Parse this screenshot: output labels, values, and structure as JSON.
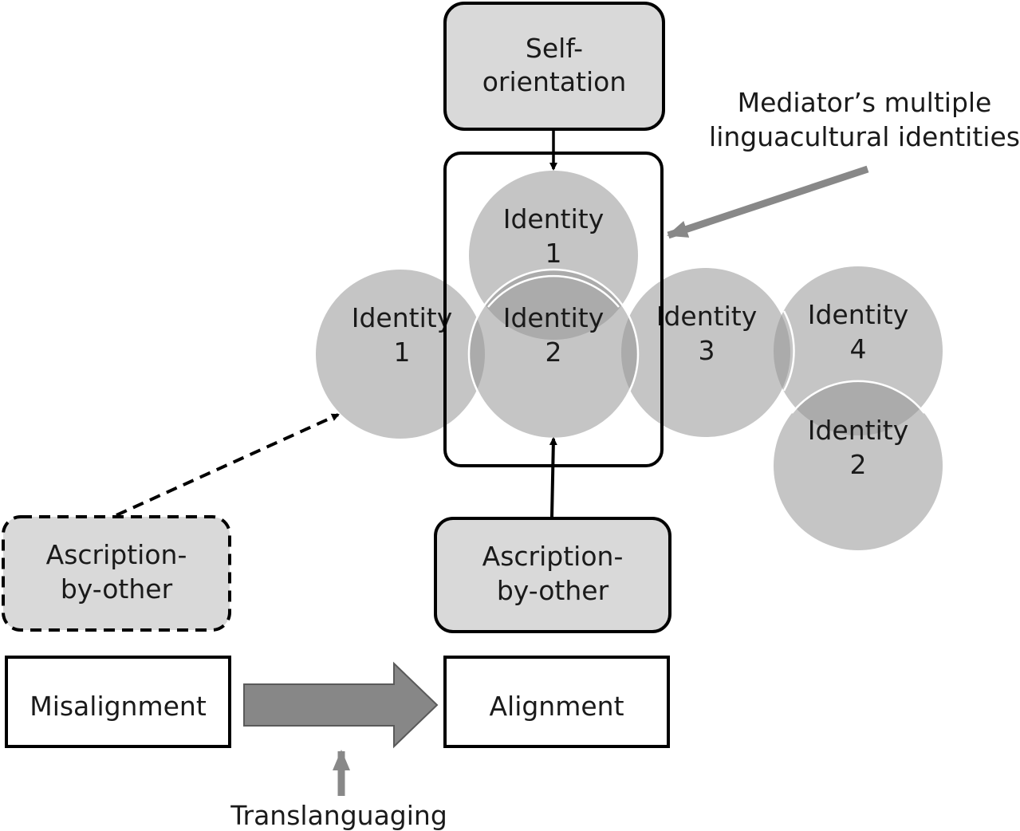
{
  "nodes": {
    "self_orientation": {
      "line1": "Self-",
      "line2": "orientation"
    },
    "identity_top": {
      "line1": "Identity",
      "line2": "1"
    },
    "identity_left": {
      "line1": "Identity",
      "line2": "1"
    },
    "identity_center": {
      "line1": "Identity",
      "line2": "2"
    },
    "identity_right3": {
      "line1": "Identity",
      "line2": "3"
    },
    "identity_right4": {
      "line1": "Identity",
      "line2": "4"
    },
    "identity_bottom_right": {
      "line1": "Identity",
      "line2": "2"
    },
    "ascription_left": {
      "line1": "Ascription-",
      "line2": "by-other"
    },
    "ascription_center": {
      "line1": "Ascription-",
      "line2": "by-other"
    },
    "misalignment": {
      "label": "Misalignment"
    },
    "alignment": {
      "label": "Alignment"
    },
    "translanguaging": {
      "label": "Translanguaging"
    }
  },
  "annotation": {
    "line1": "Mediator’s multiple",
    "line2": "linguacultural identities"
  },
  "colors": {
    "box_fill": "#d9d9d9",
    "circle_fill": "#969696",
    "arrow_gray": "#888888",
    "stroke": "#000000"
  }
}
